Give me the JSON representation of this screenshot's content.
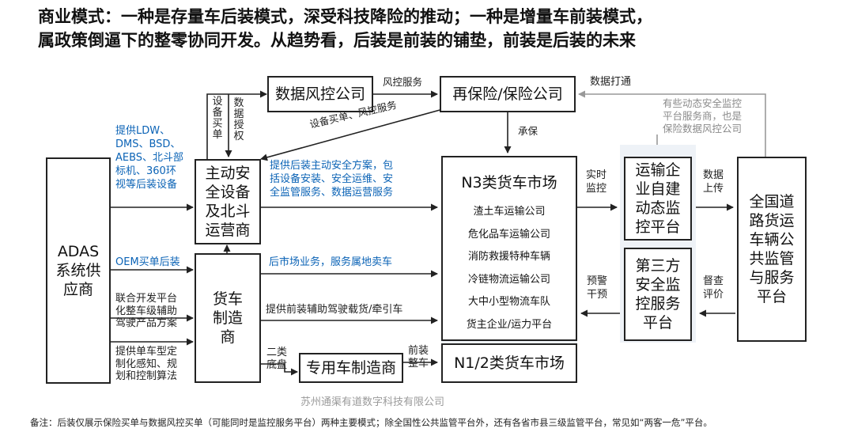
{
  "title": {
    "line1": "商业模式：一种是存量车后装模式，深受科技降险的推动；一种是增量车前装模式，",
    "line2": "属政策倒逼下的整零协同开发。从趋势看，后装是前装的铺垫，前装是后装的未来"
  },
  "boxes": {
    "adas": "ADAS系统供应商",
    "data_risk": "数据风控公司",
    "reinsurance": "再保险/保险公司",
    "active_safety": "主动安全设备及北斗运营商",
    "truck_maker": "货车制造商",
    "special_vehicle": "专用车制造商",
    "n3_market": "N3类货车市场",
    "n12_market": "N1/2类货车市场",
    "fleet_platform": "运输企业自建动态监控平台",
    "third_party": "第三方安全监控服务平台",
    "national_platform": "全国道路货运车辆公共监管与服务平台"
  },
  "n3_list": [
    "渣土车运输公司",
    "危化品车运输公司",
    "消防救援特种车辆",
    "冷链物流运输公司",
    "大中小型物流车队",
    "货主企业/运力平台"
  ],
  "labels": {
    "risk_service": "风控服务",
    "data_connect": "数据打通",
    "underwrite": "承保",
    "equipment_purchase": "设备买单、风控服务",
    "equip_pay_vertical": "设备买单",
    "data_auth_vertical": "数据授权",
    "supply_aftermarket": [
      "提供LDW、",
      "DMS、BSD、",
      "AEBS、北斗部",
      "标机、360环",
      "视等后装设备"
    ],
    "aftermarket_solution": [
      "提供后装主动安全方案，包",
      "括设备安装、安全运维、安",
      "全监管服务、数据运营服务"
    ],
    "oem_purchase": "OEM买单后装",
    "aftermarket_business": "后市场业务，服务属地卖车",
    "joint_dev": [
      "联合开发平台",
      "化整车级辅助",
      "驾驶产品方案"
    ],
    "provide_frontend": "提供前装辅助驾驶载货/牵引车",
    "single_vehicle": [
      "提供单车型定",
      "制化感知、规",
      "划和控制算法"
    ],
    "second_chassis": [
      "二类",
      "底盘"
    ],
    "frontend_vehicle": [
      "前装",
      "整车"
    ],
    "realtime_monitor": [
      "实时",
      "监控"
    ],
    "data_upload": [
      "数据",
      "上传"
    ],
    "alert_intervene": [
      "预警",
      "干预"
    ],
    "supervise_eval": [
      "督查",
      "评价"
    ],
    "gray_note": [
      "有些动态安全监控",
      "平台服务商，也是",
      "保险数据风控公司"
    ]
  },
  "company": "苏州通渠有道数字科技有限公司",
  "note": "备注：后装仅展示保险买单与数据风控买单（可能同时是监控服务平台）两种主要模式；除全国性公共监管平台外，还有各省市县三级监管平台，常见如“两客一危”平台。"
}
